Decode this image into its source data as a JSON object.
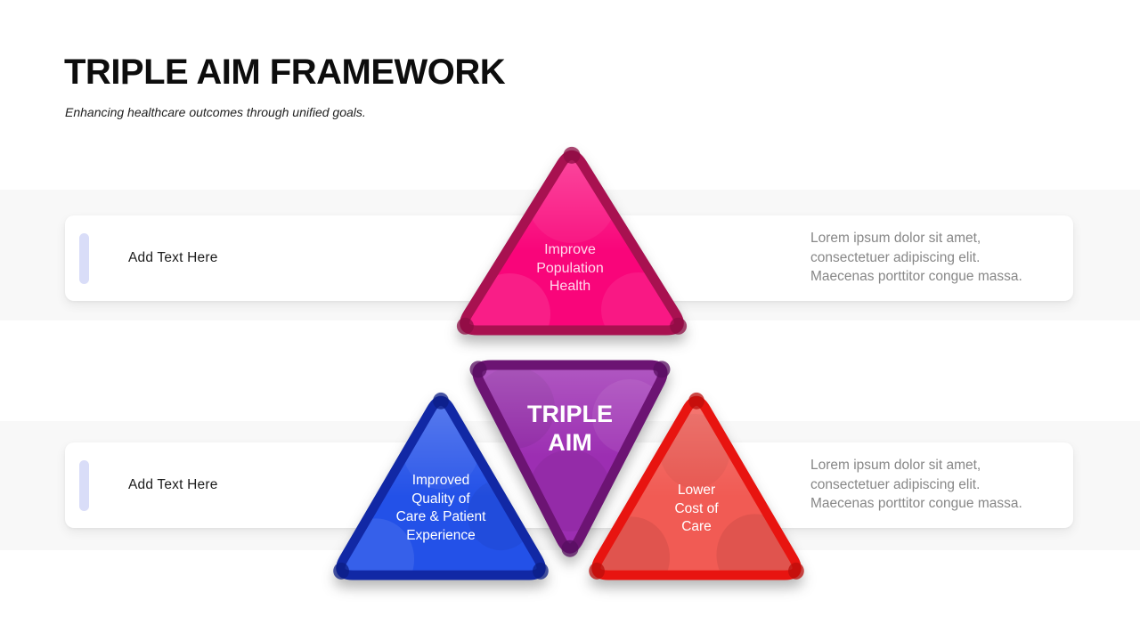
{
  "slide": {
    "title": "TRIPLE AIM FRAMEWORK",
    "subtitle": "Enhancing healthcare outcomes through unified goals."
  },
  "cards": [
    {
      "label": "Add Text Here",
      "description": "Lorem ipsum dolor sit amet,\nconsectetuer adipiscing elit.\nMaecenas porttitor congue massa."
    },
    {
      "label": "Add Text Here",
      "description": "Lorem ipsum dolor sit amet,\nconsectetuer adipiscing elit.\nMaecenas porttitor congue massa."
    }
  ],
  "diagram": {
    "top": {
      "label": "Improve\nPopulation\nHealth",
      "fill": "#F9057A",
      "border": "#A81150",
      "knot": "#8C0C43",
      "text_color": "#FFD9EC"
    },
    "center": {
      "label": "TRIPLE\nAIM",
      "fill": "#9C2EB2",
      "border": "#6C1473",
      "knot": "#570E60",
      "text_color": "#FFFFFF"
    },
    "left": {
      "label": "Improved\nQuality of\nCare & Patient\nExperience",
      "fill": "#2351E8",
      "border": "#1128A5",
      "knot": "#0C1E86",
      "text_color": "#FFFFFF"
    },
    "right": {
      "label": "Lower\nCost of\nCare",
      "fill": "#F15B54",
      "border": "#E81410",
      "knot": "#BC0E0B",
      "text_color": "#FFFFFF"
    }
  },
  "colors": {
    "band_background": "#F8F8F8",
    "card_background": "#FFFFFF",
    "card_accent_pill": "#D9DDF8",
    "description_text": "#878787",
    "title_text": "#0D0D0D"
  }
}
